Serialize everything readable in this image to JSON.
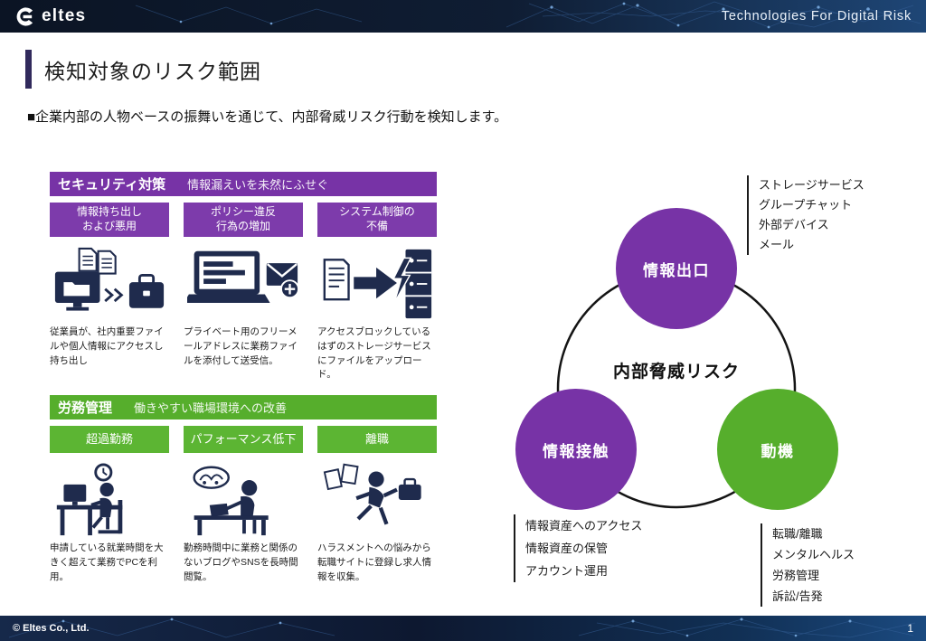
{
  "header": {
    "logo_text": "eltes",
    "tagline": "Technologies For Digital Risk"
  },
  "title": "検知対象のリスク範囲",
  "lead": "■企業内部の人物ベースの振舞いを通じて、内部脅威リスク行動を検知します。",
  "colors": {
    "purple": "#7733a6",
    "green": "#56ae2c",
    "ink": "#1f2b4d",
    "navy": "#0f1d33"
  },
  "security": {
    "band_title": "セキュリティ対策",
    "band_subtitle": "情報漏えいを未然にふせぐ",
    "items": [
      {
        "label": "情報持ち出し\nおよび悪用",
        "icon": "file-exfiltration-icon",
        "caption": "従業員が、社内重要ファイルや個人情報にアクセスし持ち出し"
      },
      {
        "label": "ポリシー違反\n行為の増加",
        "icon": "freemail-send-icon",
        "caption": "プライベート用のフリーメールアドレスに業務ファイルを添付して送受信。"
      },
      {
        "label": "システム制御の\n不備",
        "icon": "storage-upload-icon",
        "caption": "アクセスブロックしているはずのストレージサービスにファイルをアップロード。"
      }
    ]
  },
  "labor": {
    "band_title": "労務管理",
    "band_subtitle": "働きやすい職場環境への改善",
    "items": [
      {
        "label": "超過勤務",
        "icon": "overtime-icon",
        "caption": "申請している就業時間を大きく超えて業務でPCを利用。"
      },
      {
        "label": "パフォーマンス低下",
        "icon": "low-performance-icon",
        "caption": "勤務時間中に業務と関係のないブログやSNSを長時間閲覧。"
      },
      {
        "label": "離職",
        "icon": "turnover-icon",
        "caption": "ハラスメントへの悩みから転職サイトに登録し求人情報を収集。"
      }
    ]
  },
  "diagram": {
    "center_label": "内部脅威リスク",
    "circles": [
      {
        "label": "情報出口",
        "color": "#7733a6"
      },
      {
        "label": "情報接触",
        "color": "#7733a6"
      },
      {
        "label": "動機",
        "color": "#56ae2c"
      }
    ],
    "exit_list": [
      "ストレージサービス",
      "グループチャット",
      "外部デバイス",
      "メール"
    ],
    "contact_list": [
      "情報資産へのアクセス",
      "情報資産の保管",
      "アカウント運用"
    ],
    "motivation_list": [
      "転職/離職",
      "メンタルヘルス",
      "労務管理",
      "訴訟/告発"
    ]
  },
  "footer": {
    "copyright": "© Eltes Co., Ltd.",
    "page_number": "1"
  }
}
